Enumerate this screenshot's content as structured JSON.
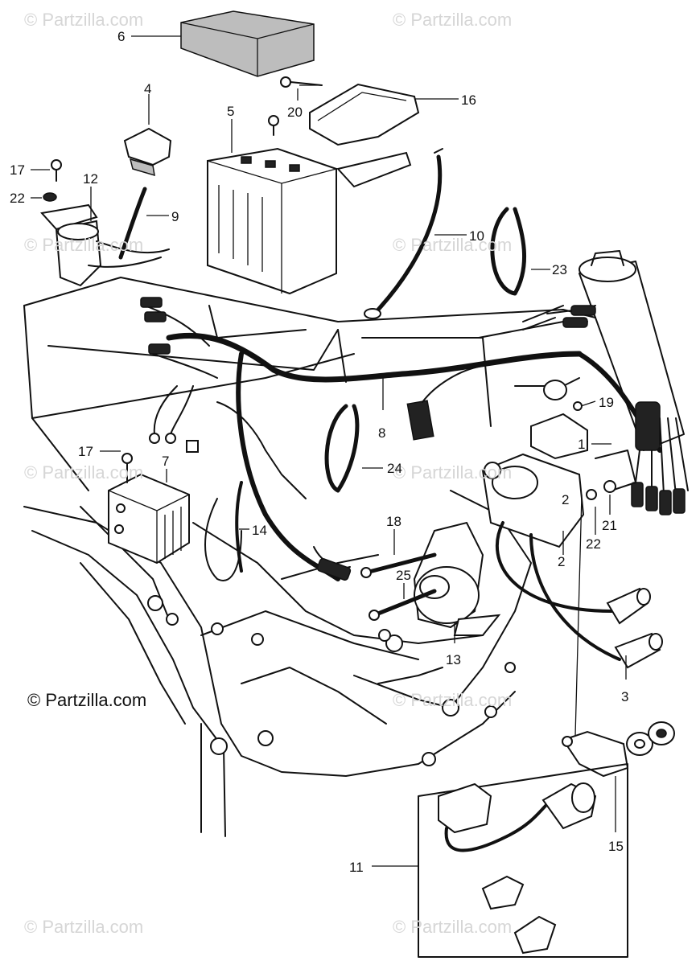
{
  "watermark_text": "© Partzilla.com",
  "copyright": "© Partzilla.com",
  "labels": {
    "p1": "1",
    "p2a": "2",
    "p2b": "2",
    "p3": "3",
    "p4": "4",
    "p5": "5",
    "p6": "6",
    "p7": "7",
    "p8": "8",
    "p9": "9",
    "p10": "10",
    "p11": "11",
    "p12": "12",
    "p13": "13",
    "p14": "14",
    "p15": "15",
    "p16": "16",
    "p17a": "17",
    "p17b": "17",
    "p18": "18",
    "p19": "19",
    "p20": "20",
    "p21": "21",
    "p22a": "22",
    "p22b": "22",
    "p23": "23",
    "p24": "24",
    "p25": "25"
  }
}
